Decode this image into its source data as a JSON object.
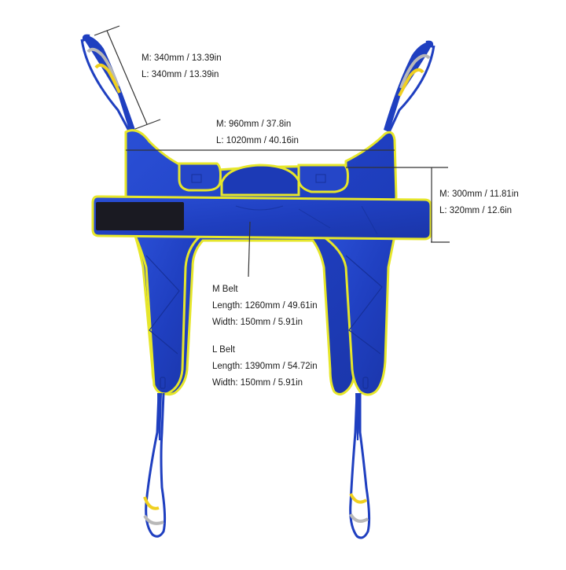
{
  "colors": {
    "fabric_blue": "#1f3fc0",
    "fabric_blue_dark": "#16309a",
    "trim_yellow": "#e6e62a",
    "velcro_black": "#1a1a22",
    "strap_gray": "#b8b8b8",
    "strap_yellow": "#f0d020",
    "dimension_line": "#333333",
    "background": "#ffffff"
  },
  "dimensions": {
    "strap_length": {
      "m": "M: 340mm / 13.39in",
      "l": "L: 340mm / 13.39in"
    },
    "sling_width": {
      "m": "M: 960mm / 37.8in",
      "l": "L: 1020mm / 40.16in"
    },
    "back_height": {
      "m": "M: 300mm / 11.81in",
      "l": "L: 320mm / 12.6in"
    },
    "belts": {
      "m_belt": {
        "title": "M Belt",
        "length": "Length: 1260mm / 49.61in",
        "width": "Width: 150mm / 5.91in"
      },
      "l_belt": {
        "title": "L Belt",
        "length": "Length: 1390mm / 54.72in",
        "width": "Width: 150mm / 5.91in"
      }
    }
  }
}
